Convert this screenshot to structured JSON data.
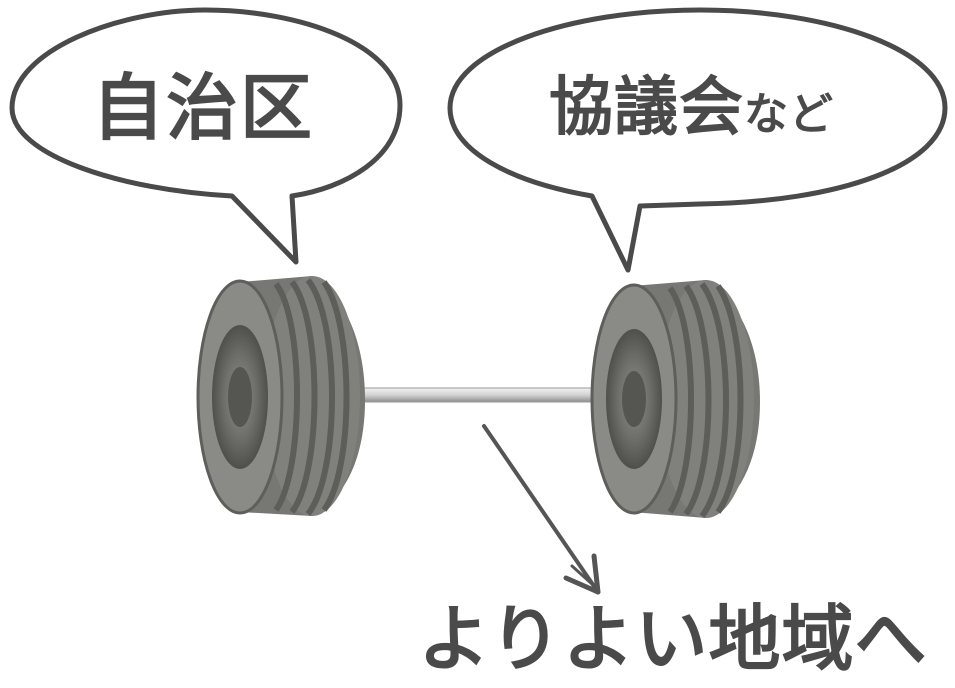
{
  "bubbles": {
    "left": {
      "text": "自治区"
    },
    "right": {
      "text": "協議会",
      "suffix": "など"
    }
  },
  "caption": "よりよい地域へ",
  "colors": {
    "text": "#4a4a4a",
    "bubble_stroke": "#4a4a4a",
    "tire": "#8a8a87",
    "tire_dark": "#5e5e5b",
    "tread": "#6f6f6b",
    "axle": "#d8d8d8",
    "arrow": "#555555"
  }
}
